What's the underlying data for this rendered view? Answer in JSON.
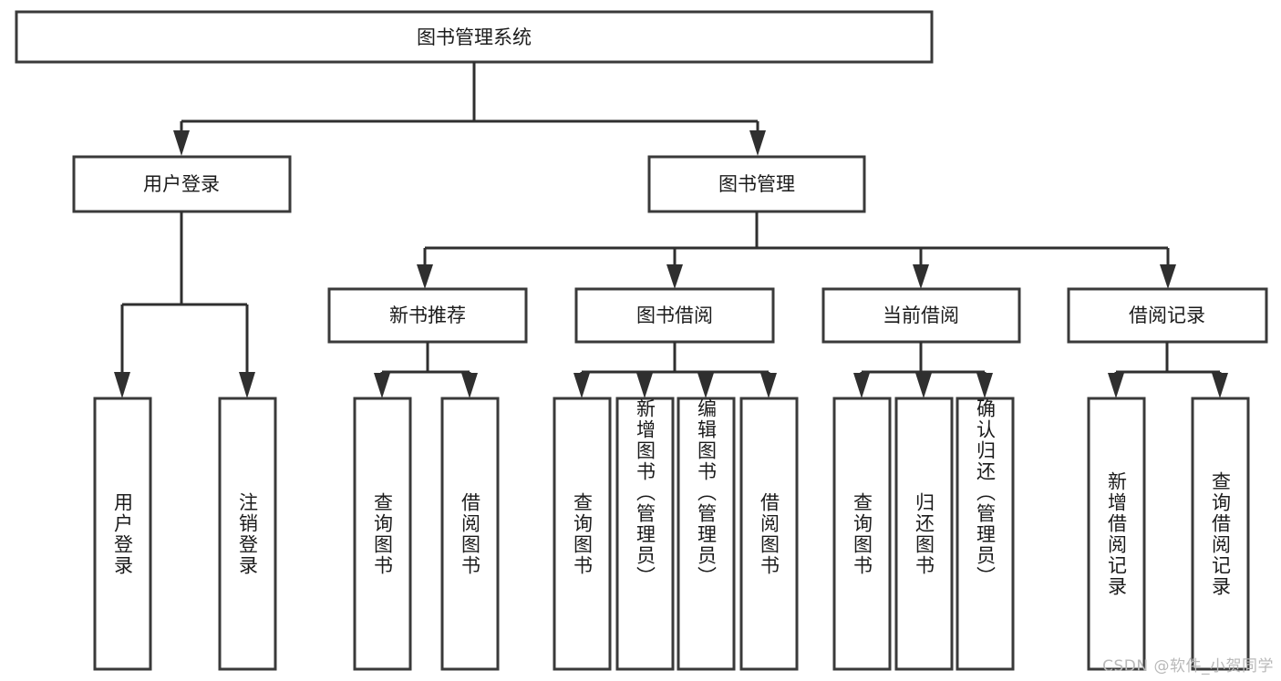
{
  "diagram": {
    "title": "图书管理系统",
    "watermark": "CSDN @软件_小贺同学",
    "colors": {
      "box_stroke": "#3a3a3a",
      "connector": "#2f2f2f",
      "text": "#1b1b1b",
      "background": "#ffffff",
      "watermark": "#b9b9b9"
    },
    "root": {
      "label": "图书管理系统"
    },
    "level2": [
      {
        "id": "user-login",
        "label": "用户登录"
      },
      {
        "id": "book-manage",
        "label": "图书管理"
      }
    ],
    "level3": [
      {
        "id": "new-book-rec",
        "label": "新书推荐"
      },
      {
        "id": "book-borrow",
        "label": "图书借阅"
      },
      {
        "id": "current-borrow",
        "label": "当前借阅"
      },
      {
        "id": "borrow-record",
        "label": "借阅记录"
      }
    ],
    "leaves": {
      "user_login": [
        {
          "id": "leaf-user-login",
          "label": "用户登录"
        },
        {
          "id": "leaf-logout-login",
          "label": "注销登录"
        }
      ],
      "new_book_rec": [
        {
          "id": "leaf-query-book-1",
          "label": "查询图书"
        },
        {
          "id": "leaf-borrow-book-1",
          "label": "借阅图书"
        }
      ],
      "book_borrow": [
        {
          "id": "leaf-query-book-2",
          "label": "查询图书"
        },
        {
          "id": "leaf-add-book",
          "label": "新增图书（管理员）"
        },
        {
          "id": "leaf-edit-book",
          "label": "编辑图书（管理员）"
        },
        {
          "id": "leaf-borrow-book-2",
          "label": "借阅图书"
        }
      ],
      "current_borrow": [
        {
          "id": "leaf-query-book-3",
          "label": "查询图书"
        },
        {
          "id": "leaf-return-book",
          "label": "归还图书"
        },
        {
          "id": "leaf-confirm-return",
          "label": "确认归还（管理员）"
        }
      ],
      "borrow_record": [
        {
          "id": "leaf-add-record",
          "label": "新增借阅记录"
        },
        {
          "id": "leaf-query-record",
          "label": "查询借阅记录"
        }
      ]
    }
  }
}
